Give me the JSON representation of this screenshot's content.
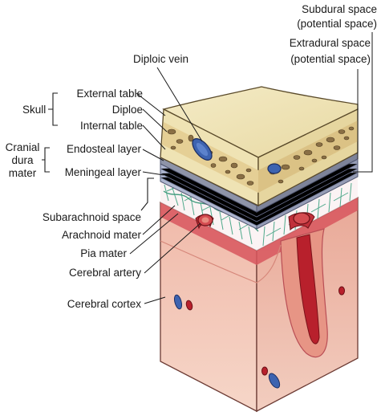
{
  "labels": {
    "subdural": [
      "Subdural space",
      "(potential space)"
    ],
    "extradural": [
      "Extradural space",
      "(potential space)"
    ],
    "diploic_vein": "Diploic vein",
    "skull": "Skull",
    "external_table": "External table",
    "diploe": "Diploe",
    "internal_table": "Internal table",
    "cranial_dura": [
      "Cranial",
      "dura",
      "mater"
    ],
    "endosteal": "Endosteal layer",
    "meningeal": "Meningeal layer",
    "subarachnoid": "Subarachnoid space",
    "arachnoid": "Arachnoid mater",
    "pia": "Pia mater",
    "cerebral_artery": "Cerebral artery",
    "cerebral_cortex": "Cerebral cortex"
  },
  "colors": {
    "bone": "#efe3b4",
    "bone_dark": "#d9c88c",
    "diploe_hole": "#8a6f45",
    "vein": "#3d63b0",
    "dura_blue": "#b9c3dc",
    "dura_gray": "#8e94a8",
    "arachnoid_green": "#5fb59a",
    "brain_light": "#f3c9b8",
    "brain_mid": "#e8a99a",
    "pia_red": "#c23a44",
    "artery": "#b8202c"
  }
}
